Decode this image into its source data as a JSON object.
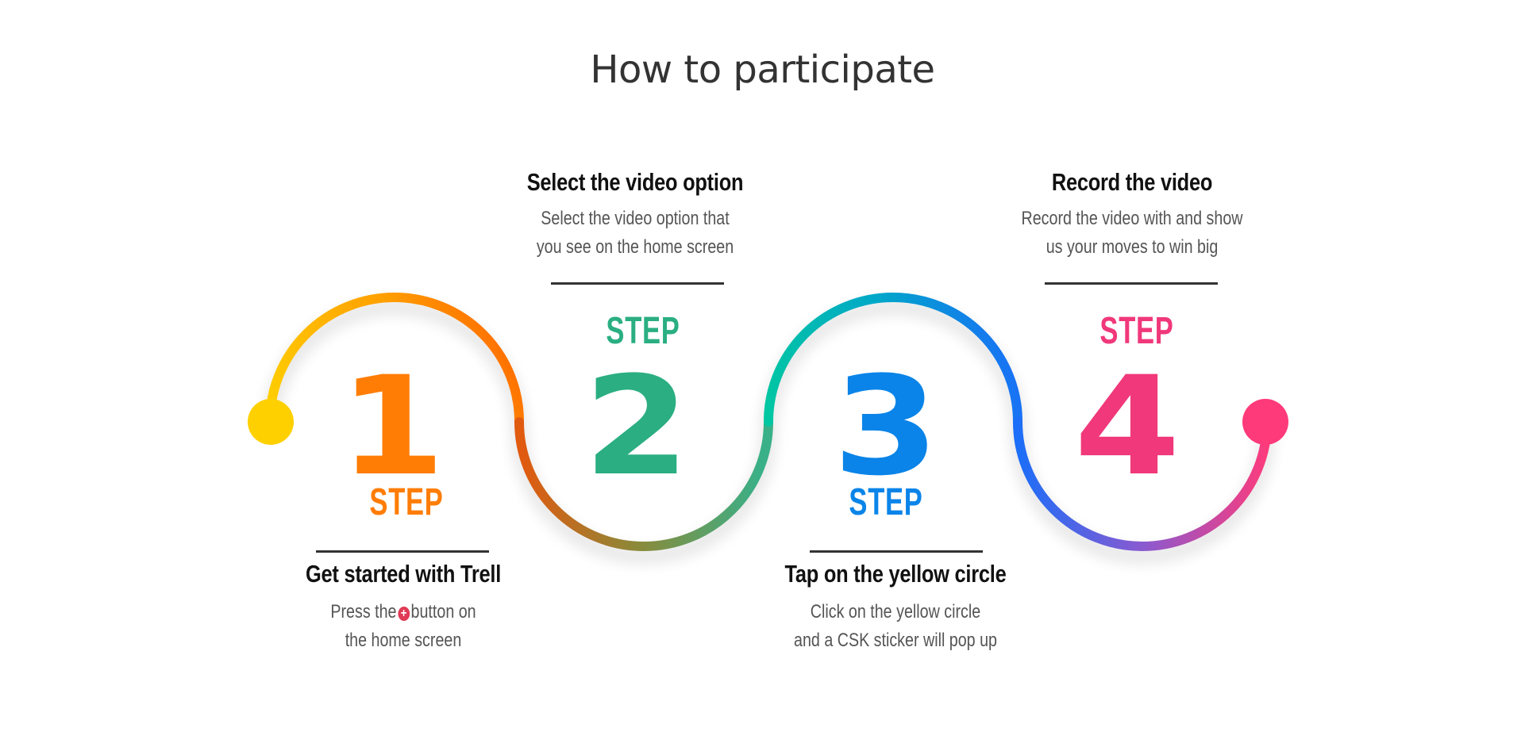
{
  "page": {
    "title": "How to participate"
  },
  "steps": [
    {
      "step_label": "STEP",
      "number": "1",
      "title": "Get started with Trell",
      "desc_line1_before_icon": "Press the",
      "desc_line1_after_icon": "button on",
      "desc_line2": "the home screen",
      "icon": "plus-circle-icon",
      "color": "#ff7d05"
    },
    {
      "step_label": "STEP",
      "number": "2",
      "title": "Select the video option",
      "desc_line1": "Select the video option that",
      "desc_line2": "you see on the home screen",
      "color": "#2aae82"
    },
    {
      "step_label": "STEP",
      "number": "3",
      "title": "Tap on the yellow circle",
      "desc_line1": "Click on the yellow circle",
      "desc_line2": "and a CSK sticker will pop up",
      "color": "#0a84e8"
    },
    {
      "step_label": "STEP",
      "number": "4",
      "title": "Record the video",
      "desc_line1": "Record the video with and show",
      "desc_line2": "us your moves to win big",
      "color": "#f0387a"
    }
  ],
  "path_colors": {
    "start_dot": "#ffd000",
    "end_dot": "#ff3a7a",
    "orange": "#ff6a00",
    "teal": "#00c0a8",
    "blue": "#1a78f0",
    "pink": "#ff3a7a",
    "rule": "#333333"
  }
}
